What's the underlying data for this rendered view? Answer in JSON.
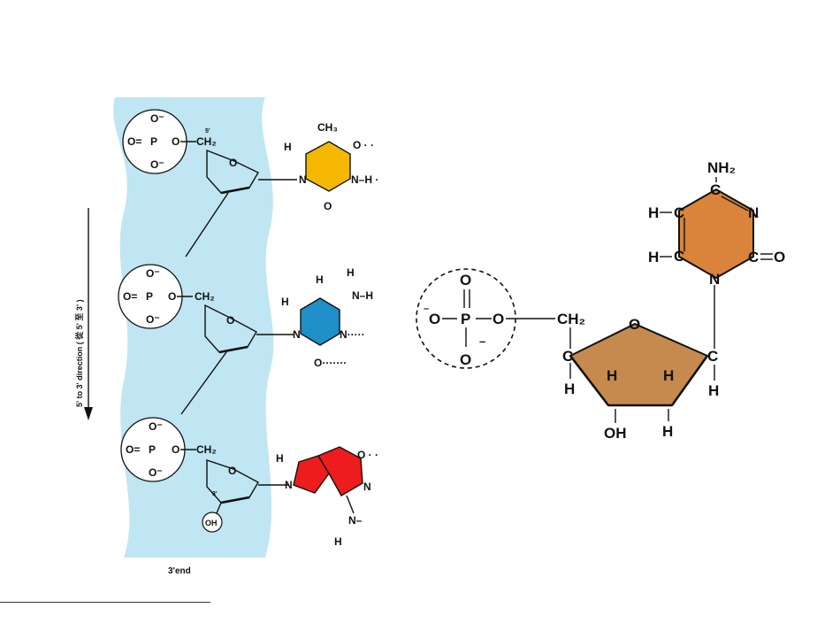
{
  "left_diagram": {
    "direction_label": "5' to 3' direction ( 從 5' 至 3' )",
    "end_label": "3'end",
    "phosphate": {
      "P": "P",
      "O": "O",
      "O_minus": "O⁻",
      "O_eq": "O="
    },
    "sugar": {
      "CH2": "CH₂",
      "O": "O",
      "prime5": "5'",
      "prime3": "3'",
      "OH": "OH"
    },
    "thymine": {
      "CH3": "CH₃",
      "H": "H",
      "N": "N",
      "O": "O",
      "NH": "N–H ·",
      "Odots": "O · ·"
    },
    "cytosine": {
      "H": "H",
      "N": "N",
      "NH": "N–H",
      "O": "O·······",
      "Ndots": "N·····"
    },
    "guanine": {
      "H": "H",
      "N": "N",
      "O": "O · ·",
      "NH": "N–"
    },
    "colors": {
      "backbone_bg": "#bfe6f2",
      "thymine": "#f5b800",
      "cytosine": "#1e8fc8",
      "guanine": "#ee1c1c"
    }
  },
  "right_diagram": {
    "phosphate": {
      "P": "P",
      "O_top": "O",
      "O_left": "O",
      "O_right": "O",
      "O_bottom": "O",
      "minus": "–"
    },
    "sugar": {
      "CH2": "CH₂",
      "O": "O",
      "C": "C",
      "H": "H",
      "OH": "OH"
    },
    "base": {
      "NH2": "NH₂",
      "C": "C",
      "N": "N",
      "H": "H",
      "O": "O"
    },
    "colors": {
      "sugar": "#c68a4e",
      "base": "#d9843a"
    }
  }
}
